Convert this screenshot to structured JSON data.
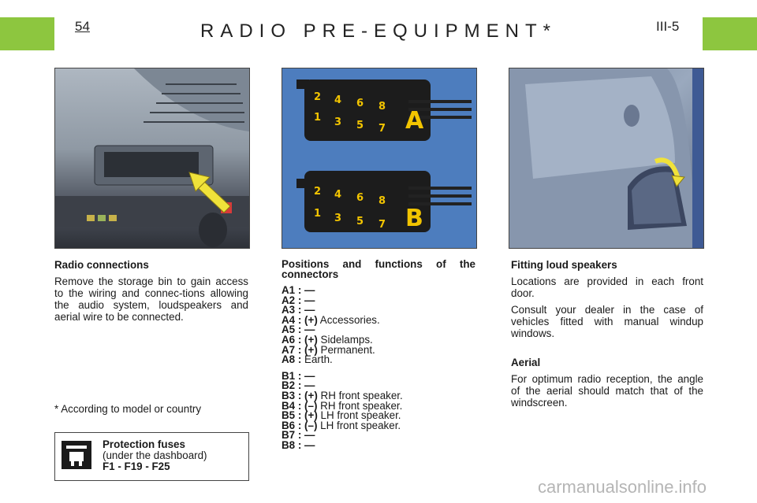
{
  "header": {
    "page_number": "54",
    "title": "RADIO PRE-EQUIPMENT*",
    "section": "III-5"
  },
  "col1": {
    "heading": "Radio connections",
    "body": "Remove the storage bin to gain access to the wiring and connec-tions allowing the audio system, loudspeakers and aerial wire to be connected.",
    "footnote": "* According to model or country"
  },
  "fuses": {
    "title": "Protection fuses",
    "subtitle": "(under the dashboard)",
    "codes": "F1 - F19 - F25"
  },
  "col2": {
    "heading": "Positions and functions of the connectors",
    "connectors_a": [
      {
        "code": "A1 :",
        "pol": "—",
        "desc": ""
      },
      {
        "code": "A2 :",
        "pol": "—",
        "desc": ""
      },
      {
        "code": "A3 :",
        "pol": "—",
        "desc": ""
      },
      {
        "code": "A4 :",
        "pol": "(+)",
        "desc": "Accessories."
      },
      {
        "code": "A5 :",
        "pol": "—",
        "desc": ""
      },
      {
        "code": "A6 :",
        "pol": "(+)",
        "desc": "Sidelamps."
      },
      {
        "code": "A7 :",
        "pol": "(+)",
        "desc": "Permanent."
      },
      {
        "code": "A8 :",
        "pol": "",
        "desc": "Earth."
      }
    ],
    "connectors_b": [
      {
        "code": "B1 :",
        "pol": "—",
        "desc": ""
      },
      {
        "code": "B2 :",
        "pol": "—",
        "desc": ""
      },
      {
        "code": "B3 :",
        "pol": "(+)",
        "desc": "RH front speaker."
      },
      {
        "code": "B4 :",
        "pol": "(–)",
        "desc": "RH front speaker."
      },
      {
        "code": "B5 :",
        "pol": "(+)",
        "desc": "LH front speaker."
      },
      {
        "code": "B6 :",
        "pol": "(–)",
        "desc": "LH front speaker."
      },
      {
        "code": "B7 :",
        "pol": "—",
        "desc": ""
      },
      {
        "code": "B8 :",
        "pol": "—",
        "desc": ""
      }
    ]
  },
  "connector_diagram": {
    "label_a": "A",
    "label_b": "B",
    "top_pins": [
      "2",
      "4",
      "6",
      "8"
    ],
    "bottom_pins": [
      "1",
      "3",
      "5",
      "7"
    ]
  },
  "col3": {
    "heading": "Fitting loud speakers",
    "p1": "Locations are provided in each front door.",
    "p2": "Consult your dealer in the case of vehicles fitted with manual windup windows.",
    "aerial_heading": "Aerial",
    "aerial_body": "For optimum radio reception, the angle of the aerial should match that of the windscreen."
  },
  "watermark": "carmanualsonline.info",
  "colors": {
    "accent_green": "#8dc63f",
    "connector_bg": "#4d7dbe",
    "pin_yellow": "#f2c400"
  }
}
